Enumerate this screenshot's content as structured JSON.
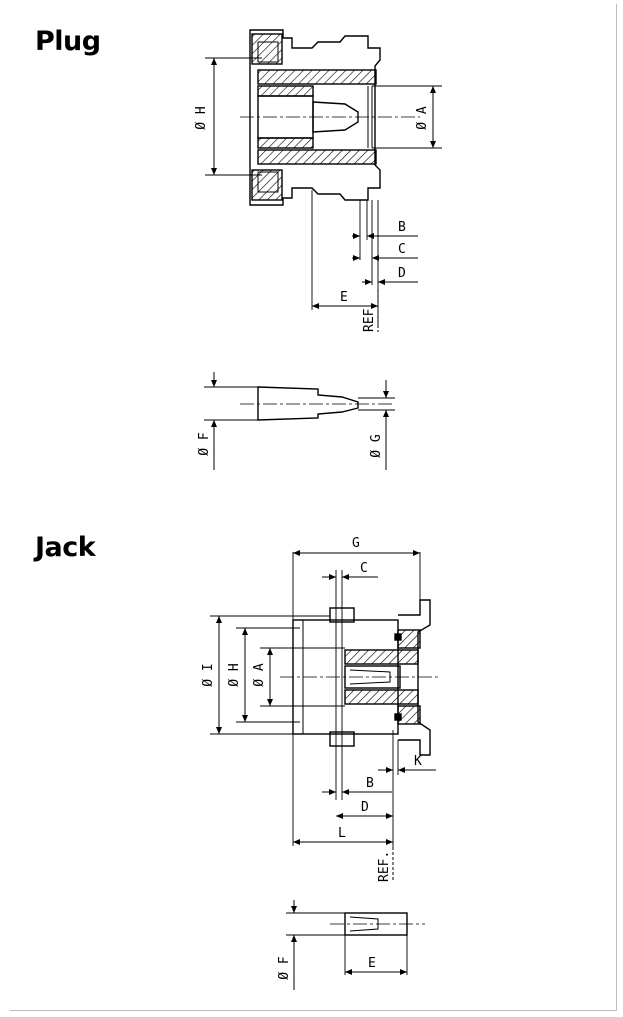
{
  "sections": {
    "plug": {
      "title": "Plug"
    },
    "jack": {
      "title": "Jack"
    }
  },
  "plug_labels": {
    "dia_h": "Ø H",
    "dia_a": "Ø A",
    "b": "B",
    "c": "C",
    "d": "D",
    "e": "E",
    "ref": "REF.",
    "dia_f": "Ø F",
    "dia_g": "Ø G"
  },
  "jack_labels": {
    "g": "G",
    "c": "C",
    "dia_i": "Ø I",
    "dia_h": "Ø H",
    "dia_a": "Ø A",
    "k": "K",
    "b": "B",
    "d": "D",
    "l": "L",
    "ref": "REF.",
    "dia_f": "Ø F",
    "e": "E"
  }
}
